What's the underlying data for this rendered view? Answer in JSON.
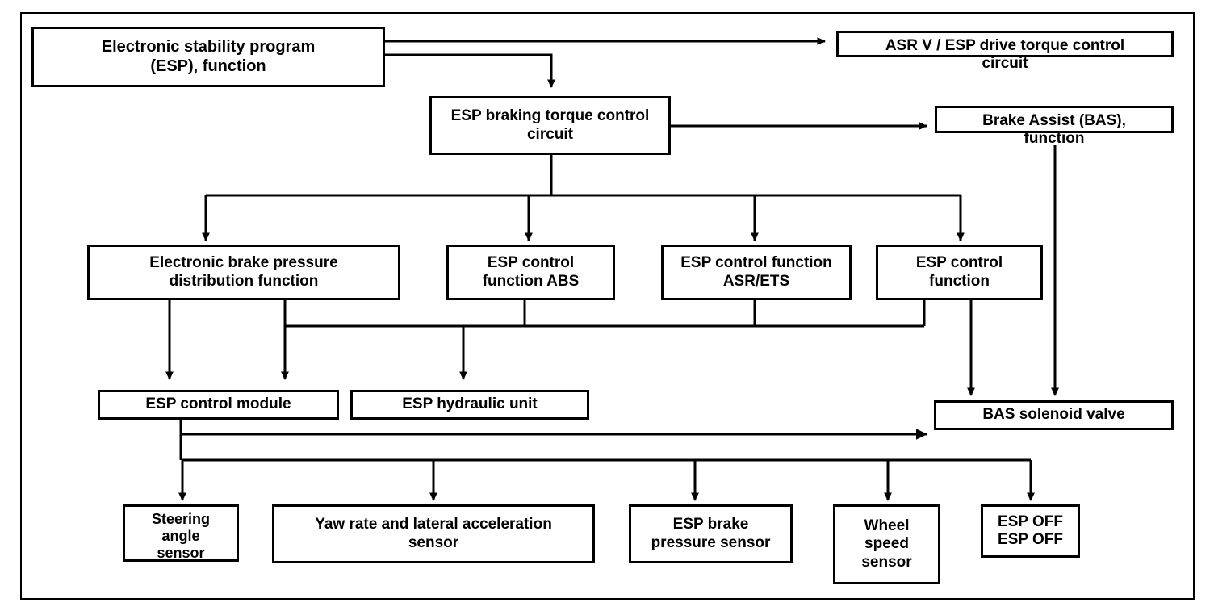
{
  "diagram": {
    "title": "ESP (Electronic Stability Program) system block diagram",
    "frame_color": "#000000",
    "box_fill": "#ffffff",
    "line_color": "#000000",
    "nodes": [
      {
        "id": "esp_function",
        "label": "Electronic stability program\n(ESP), function"
      },
      {
        "id": "asr_v",
        "label": "ASR V / ESP drive torque control\ncircuit"
      },
      {
        "id": "esp_braking_torque",
        "label": "ESP braking torque control\ncircuit"
      },
      {
        "id": "brake_assist",
        "label": "Brake Assist (BAS),\nfunction"
      },
      {
        "id": "ebd",
        "label": "Electronic brake pressure\ndistribution function"
      },
      {
        "id": "esp_abs",
        "label": "ESP control\nfunction ABS"
      },
      {
        "id": "esp_asr_ets",
        "label": "ESP control function\nASR/ETS"
      },
      {
        "id": "esp_control_function",
        "label": "ESP control\nfunction"
      },
      {
        "id": "esp_control_module",
        "label": "ESP control module"
      },
      {
        "id": "esp_hydraulic_unit",
        "label": "ESP hydraulic unit"
      },
      {
        "id": "bas_solenoid_valve",
        "label": "BAS solenoid valve"
      },
      {
        "id": "steering_angle",
        "label": "Steering\nangle\nsensor"
      },
      {
        "id": "yaw_rate",
        "label": "Yaw rate and lateral acceleration\nsensor"
      },
      {
        "id": "brake_pressure",
        "label": "ESP brake\npressure sensor"
      },
      {
        "id": "wheel_speed",
        "label": "Wheel\nspeed\nsensor"
      },
      {
        "id": "esp_off",
        "label": "ESP OFF\nESP OFF"
      }
    ]
  }
}
